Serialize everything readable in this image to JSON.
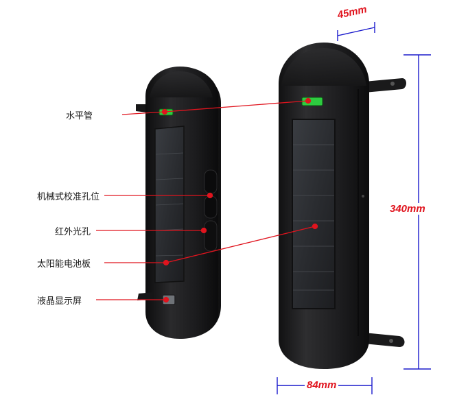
{
  "labels": {
    "level": "水平管",
    "calibration": "机械式校准孔位",
    "infrared": "红外光孔",
    "solar": "太阳能电池板",
    "lcd": "液晶显示屏"
  },
  "dimensions": {
    "depth": "45mm",
    "height": "340mm",
    "width": "84mm"
  },
  "colors": {
    "callout": "#e0141e",
    "dimension_line": "#1a1acc",
    "body": "#1e1e20",
    "level_vial": "#2ecc40"
  }
}
